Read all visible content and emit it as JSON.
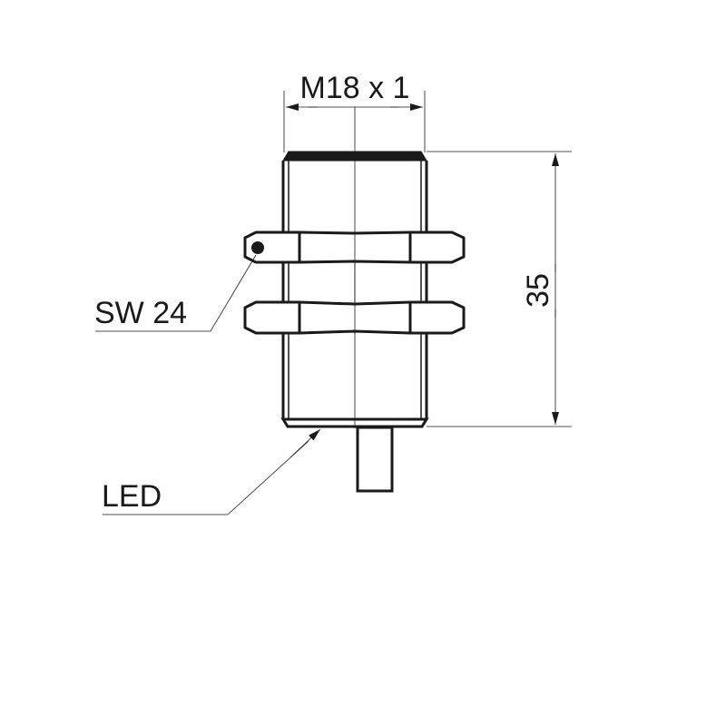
{
  "drawing": {
    "thread_label": "M18 x 1",
    "length_label": "35",
    "wrench_label": "SW 24",
    "led_label": "LED",
    "line_color": "#1a1a1a"
  }
}
